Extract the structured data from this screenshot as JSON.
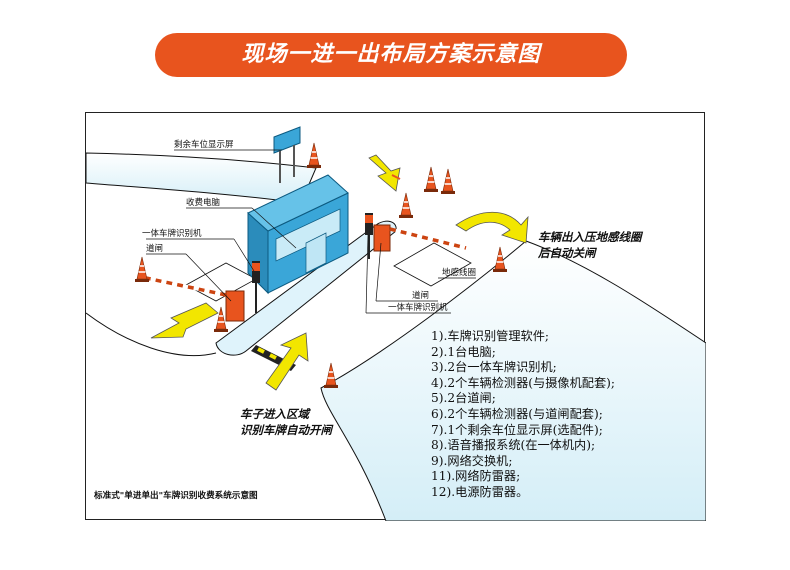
{
  "title": "现场一进一出布局方案示意图",
  "labels": {
    "display_screen": "剩余车位显示屏",
    "toll_pc": "收费电脑",
    "lpr_camera_left": "一体车牌识别机",
    "gate_left": "道闸",
    "loop_coil": "地感线圈",
    "gate_right": "道闸",
    "lpr_camera_right": "一体车牌识别机",
    "exit_note_line1": "车辆出入压地感线圈",
    "exit_note_line2": "后自动关闸",
    "entry_note_line1": "车子进入区域",
    "entry_note_line2": "识别车牌自动开闸"
  },
  "component_list": [
    "1).车牌识别管理软件;",
    "2).1台电脑;",
    "3).2台一体车牌识别机;",
    "4).2个车辆检测器(与摄像机配套);",
    "5).2台道闸;",
    "6).2个车辆检测器(与道闸配套);",
    "7).1个剩余车位显示屏(选配件);",
    "8).语音播报系统(在一体机内);",
    "9).网络交换机;",
    "11).网络防雷器;",
    "12).电源防雷器。"
  ],
  "caption": "标准式\"单进单出\"车牌识别收费系统示意图",
  "colors": {
    "banner": "#e8541e",
    "booth": "#3aa6d8",
    "arrow": "#f2e600",
    "road": "#e6f6fb",
    "gate_box": "#e8541e",
    "cone": "#e8541e"
  },
  "icons": [
    "traffic-cone-icon",
    "arrow-icon",
    "barrier-gate-icon",
    "camera-icon",
    "display-board-icon"
  ]
}
